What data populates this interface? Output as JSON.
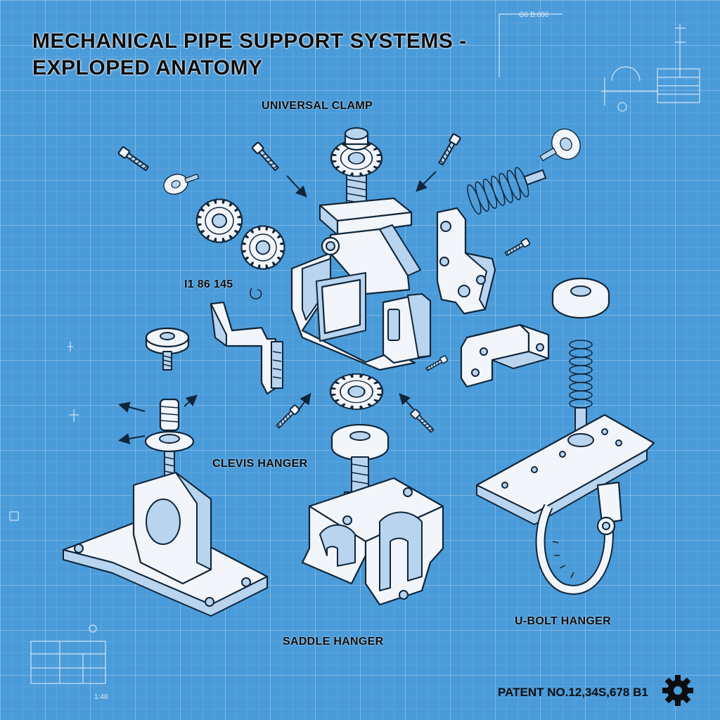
{
  "title": {
    "line1": "MECHANICAL PIPE SUPPORT SYSTEMS -",
    "line2": "EXPLOPED ANATOMY"
  },
  "labels": {
    "universal_clamp": "UNIVERSAL CLAMP",
    "part_code": "I1 86 145",
    "clevis_hanger": "CLEVIS HANGER",
    "saddle_hanger": "SADDLE HANGER",
    "u_bolt_hanger": "U-BOLT HANGER"
  },
  "footer": {
    "patent": "PATENT NO.12,34S,678 B1"
  },
  "corner_marks": {
    "top_right": "G6 B:606",
    "bottom_left": "1:48"
  },
  "colors": {
    "background": "#4a9bd9",
    "line": "#10253a",
    "part_fill": "#f2f6fb",
    "part_shade": "#b8d4ee"
  },
  "icons": {
    "patent_mark": "gear-icon"
  }
}
